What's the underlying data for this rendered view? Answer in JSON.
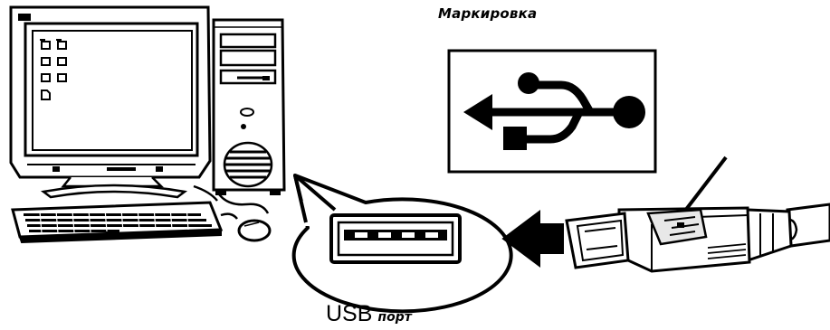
{
  "labels": {
    "marking": "Маркировка",
    "port_usb": "USB",
    "port_word": "порт"
  },
  "colors": {
    "ink": "#000000",
    "paper": "#ffffff",
    "shade": "#9a9a9a"
  },
  "icons": [
    "computer-monitor-icon",
    "system-unit-icon",
    "keyboard-icon",
    "mouse-icon",
    "usb-symbol-icon",
    "usb-plug-icon",
    "arrow-left-icon"
  ]
}
